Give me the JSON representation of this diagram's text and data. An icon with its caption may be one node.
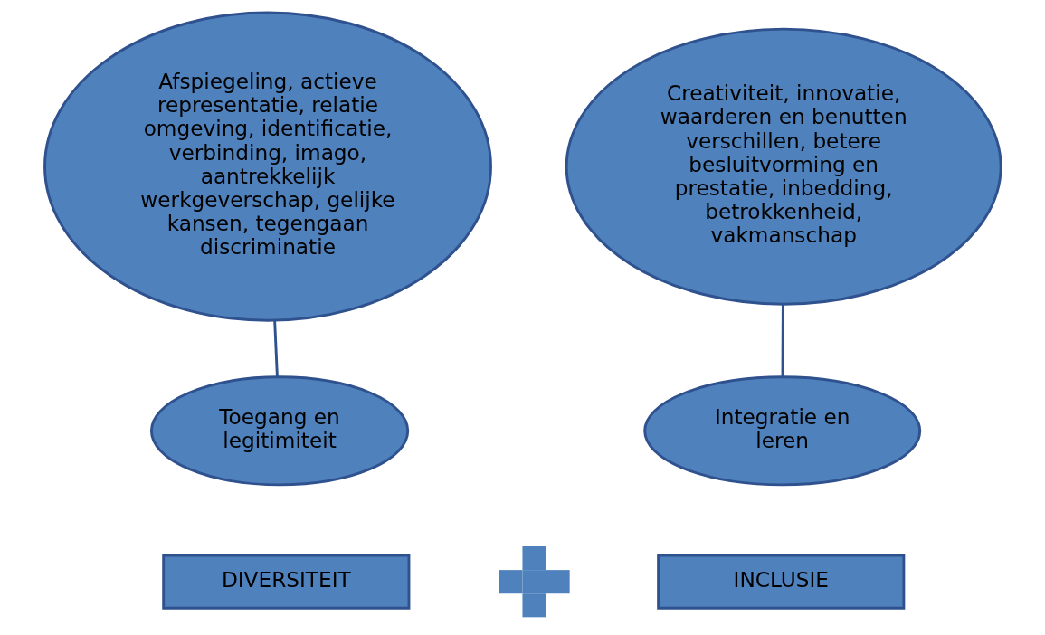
{
  "diagram": {
    "nodes": [
      {
        "text": [
          "Afspiegeling, actieve representatie, relatie omgeving, identificatie, verbinding, imago, aantrekkelijk werkgeverschap, gelijke kansen, tegengaan discriminatie"
        ]
      },
      {
        "text": [
          "Creativiteit, innovatie, waarderen en benutten verschillen, betere besluitvorming en prestatie, inbedding, betrokkenheid, vakmanschap"
        ]
      },
      {
        "text": [
          "Toegang en legitimiteit"
        ]
      },
      {
        "text": [
          "Integratie en leren"
        ]
      },
      {
        "text": [
          "DIVERSITEIT"
        ]
      },
      {
        "text": [],
        "shape": "plus"
      },
      {
        "text": [
          "INCLUSIE"
        ]
      }
    ],
    "edges": [
      {
        "from": 0,
        "to": 2,
        "arrow": "none"
      },
      {
        "from": 1,
        "to": 3,
        "arrow": "none"
      }
    ]
  }
}
